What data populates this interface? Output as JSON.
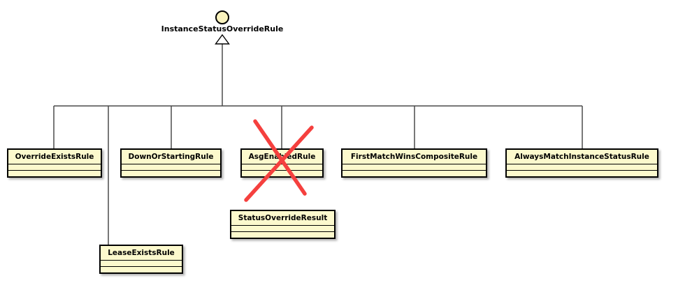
{
  "diagram": {
    "type": "uml-class-diagram",
    "interface": {
      "name": "InstanceStatusOverrideRule",
      "icon": "interface-lollipop-circle"
    },
    "classes": [
      {
        "name": "OverrideExistsRule",
        "crossed_out": false
      },
      {
        "name": "DownOrStartingRule",
        "crossed_out": false
      },
      {
        "name": "AsgEnabledRule",
        "crossed_out": true
      },
      {
        "name": "FirstMatchWinsCompositeRule",
        "crossed_out": false
      },
      {
        "name": "AlwaysMatchInstanceStatusRule",
        "crossed_out": false
      },
      {
        "name": "StatusOverrideResult",
        "crossed_out": false
      },
      {
        "name": "LeaseExistsRule",
        "crossed_out": false
      }
    ],
    "relationships": [
      {
        "from": "OverrideExistsRule",
        "to": "InstanceStatusOverrideRule",
        "type": "implements"
      },
      {
        "from": "DownOrStartingRule",
        "to": "InstanceStatusOverrideRule",
        "type": "implements"
      },
      {
        "from": "AsgEnabledRule",
        "to": "InstanceStatusOverrideRule",
        "type": "implements"
      },
      {
        "from": "FirstMatchWinsCompositeRule",
        "to": "InstanceStatusOverrideRule",
        "type": "implements"
      },
      {
        "from": "AlwaysMatchInstanceStatusRule",
        "to": "InstanceStatusOverrideRule",
        "type": "implements"
      },
      {
        "from": "LeaseExistsRule",
        "to": "InstanceStatusOverrideRule",
        "type": "implements"
      }
    ],
    "colors": {
      "class_fill": "#FCF9CD",
      "circle_fill": "#FAF3BE",
      "border": "#000000",
      "connector": "#4A4A4A",
      "cross": "#F5403E"
    }
  }
}
